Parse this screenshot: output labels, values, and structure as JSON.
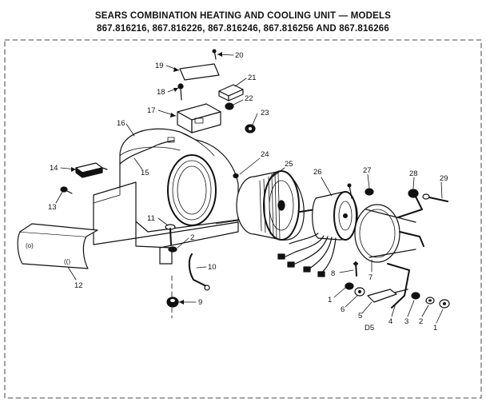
{
  "title_line1": "SEARS COMBINATION HEATING AND COOLING UNIT — MODELS",
  "title_line2": "867.816216, 867.816226, 867.816246, 867.816256 AND 867.816266",
  "diagram_code": "D5",
  "panel_mark_a": "(o)",
  "panel_mark_b": "(()",
  "callouts": {
    "c1a": "1",
    "c1b": "1",
    "c2a": "2",
    "c2b": "2",
    "c3": "3",
    "c4": "4",
    "c5": "5",
    "c6": "6",
    "c7": "7",
    "c8": "8",
    "c9": "9",
    "c10": "10",
    "c11": "11",
    "c12": "12",
    "c13": "13",
    "c14": "14",
    "c15": "15",
    "c16": "16",
    "c17": "17",
    "c18": "18",
    "c19": "19",
    "c20": "20",
    "c21": "21",
    "c22": "22",
    "c23": "23",
    "c24": "24",
    "c25": "25",
    "c26": "26",
    "c27": "27",
    "c28": "28",
    "c29": "29"
  }
}
